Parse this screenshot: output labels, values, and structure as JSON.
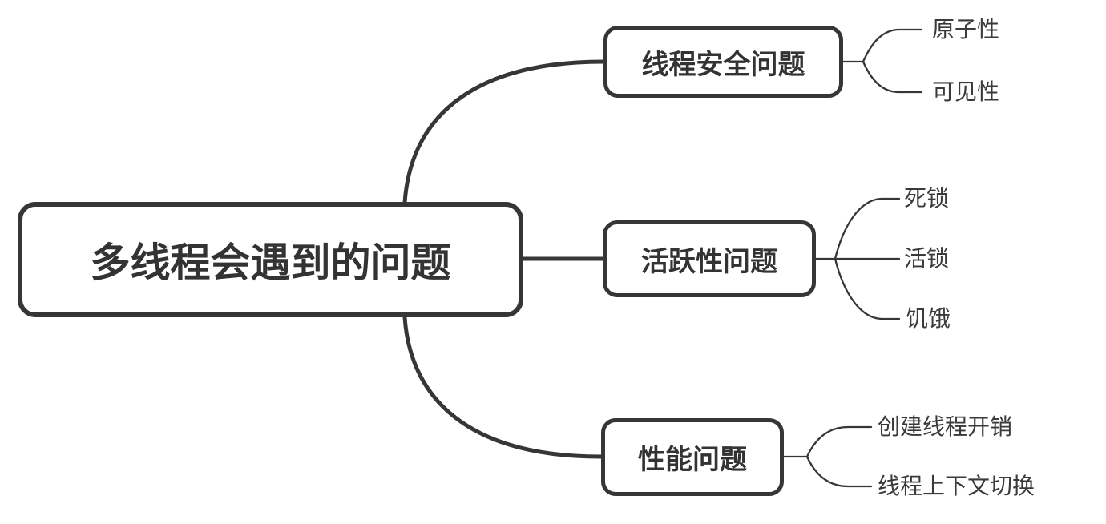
{
  "theme": {
    "background": "#ffffff",
    "stroke": "#363636",
    "node_text": "#333333",
    "leaf_text": "#3a3a3a"
  },
  "mindmap": {
    "root": {
      "label": "多线程会遇到的问题"
    },
    "branches": [
      {
        "label": "线程安全问题",
        "children": [
          {
            "label": "原子性"
          },
          {
            "label": "可见性"
          }
        ]
      },
      {
        "label": "活跃性问题",
        "children": [
          {
            "label": "死锁"
          },
          {
            "label": "活锁"
          },
          {
            "label": "饥饿"
          }
        ]
      },
      {
        "label": "性能问题",
        "children": [
          {
            "label": "创建线程开销"
          },
          {
            "label": "线程上下文切换"
          }
        ]
      }
    ]
  }
}
